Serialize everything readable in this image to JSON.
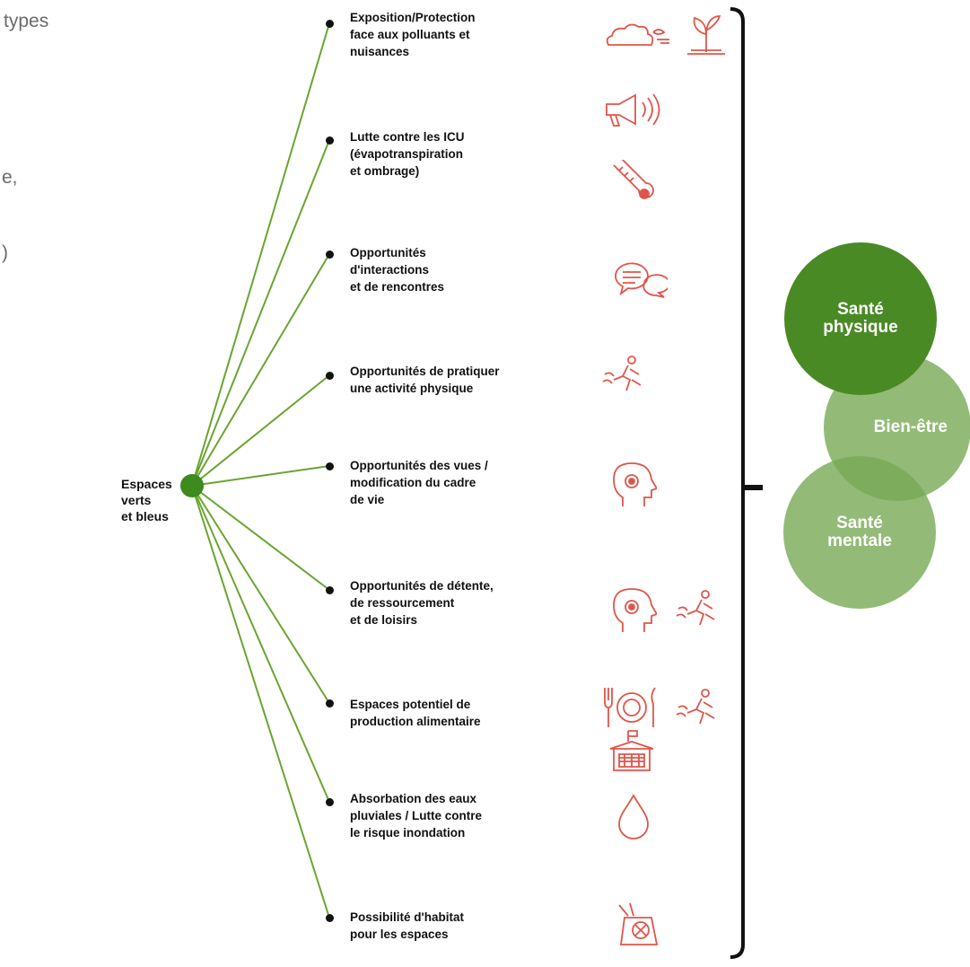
{
  "fragments": {
    "f1": "types",
    "f2": "e,",
    "f3": ")"
  },
  "hub": {
    "line1": "Espaces verts",
    "line2": "et bleus"
  },
  "items": [
    {
      "lines": [
        "Exposition/Protection",
        "face aux polluants et",
        "nuisances"
      ],
      "icons": [
        "cloud-pollution-icon",
        "plant-sprout-icon",
        "megaphone-noise-icon"
      ]
    },
    {
      "lines": [
        "Lutte contre les ICU",
        "(évapotranspiration",
        "et ombrage)"
      ],
      "icons": [
        "thermometer-icon"
      ]
    },
    {
      "lines": [
        "Opportunités",
        "d'interactions",
        "et de rencontres"
      ],
      "icons": [
        "speech-bubbles-icon"
      ]
    },
    {
      "lines": [
        "Opportunités de pratiquer",
        "une activité physique"
      ],
      "icons": [
        "runner-icon"
      ]
    },
    {
      "lines": [
        "Opportunités des vues /",
        "modification du cadre",
        "de vie"
      ],
      "icons": [
        "head-mind-icon"
      ]
    },
    {
      "lines": [
        "Opportunités de détente,",
        "de ressourcement",
        "et de loisirs"
      ],
      "icons": [
        "head-mind-icon",
        "runner-icon"
      ]
    },
    {
      "lines": [
        "Espaces potentiel de",
        "production alimentaire"
      ],
      "icons": [
        "plate-cutlery-icon",
        "runner-icon",
        "market-stall-icon"
      ]
    },
    {
      "lines": [
        "Absorbation des eaux",
        "pluviales / Lutte contre",
        "le risque inondation"
      ],
      "icons": [
        "water-drop-icon"
      ]
    },
    {
      "lines": [
        "Possibilité d'habitat",
        "pour les espaces"
      ],
      "icons": [
        "insect-habitat-icon"
      ]
    }
  ],
  "outcomes": {
    "physical": [
      "Santé",
      "physique"
    ],
    "wellbeing": "Bien-être",
    "mental": [
      "Santé",
      "mentale"
    ]
  },
  "colors": {
    "line_green": "#6aa531",
    "hub_green": "#3d8a1f",
    "icon_red": "#e0554a",
    "physical_fill": "#4a8a25",
    "wellbeing_fill": "rgba(120,170,85,0.80)",
    "mental_fill": "rgba(120,170,85,0.80)"
  }
}
